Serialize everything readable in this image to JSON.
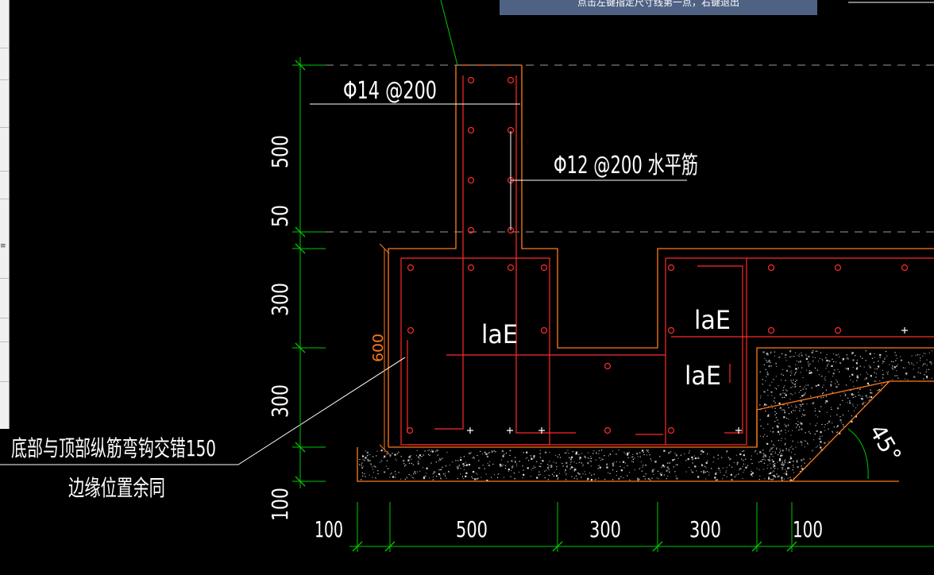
{
  "window": {
    "prompt": "点击左键指定尺寸线第一点，右键退出"
  },
  "drawing": {
    "rebar_vertical": "Φ14 @200",
    "rebar_horizontal": "Φ12 @200 水平筋",
    "anchor_label": "laE",
    "wall_height_dim": "600",
    "angle_label": "45°",
    "note_line1": "底部与顶部纵筋弯钩交错150",
    "note_line2": "边缘位置余同",
    "vertical_dims": [
      "500",
      "50",
      "300",
      "300",
      "100"
    ],
    "horizontal_dims": [
      "100",
      "500",
      "300",
      "300",
      "100"
    ]
  },
  "colors": {
    "background": "#000000",
    "concrete_outline": "#ff7a1a",
    "rebar": "#ff2a2a",
    "dimension": "#00c800",
    "text": "#ffffff",
    "grey_dashed": "#9a9a9a",
    "prompt_bg": "#4f6284"
  }
}
